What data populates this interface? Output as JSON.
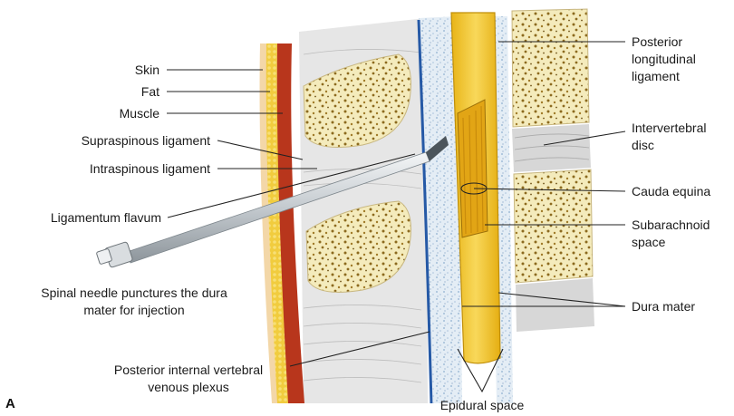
{
  "panel_letter": "A",
  "labels": {
    "skin": "Skin",
    "fat": "Fat",
    "muscle": "Muscle",
    "supraspinous": "Supraspinous ligament",
    "intraspinous": "Intraspinous ligament",
    "ligamentum_flavum": "Ligamentum flavum",
    "needle_caption_1": "Spinal needle punctures the dura",
    "needle_caption_2": "mater for injection",
    "venous_1": "Posterior internal vertebral",
    "venous_2": "venous plexus",
    "posterior_long_1": "Posterior",
    "posterior_long_2": "longitudinal",
    "posterior_long_3": "ligament",
    "intervertebral_1": "Intervertebral",
    "intervertebral_2": "disc",
    "cauda_equina": "Cauda equina",
    "subarachnoid_1": "Subarachnoid",
    "subarachnoid_2": "space",
    "dura_mater": "Dura mater",
    "epidural_space": "Epidural space"
  },
  "colors": {
    "skin": "#f3d7a8",
    "fat": "#f1cc3e",
    "muscle": "#b8361c",
    "bone": "#f4ebbc",
    "bone_spots": "#8c6a1e",
    "disc": "#d7d7d7",
    "epidural": "#dfe9f3",
    "dura": "#2559a6",
    "dural_sac": "#f2c52a",
    "needle": "#c9ced2"
  }
}
